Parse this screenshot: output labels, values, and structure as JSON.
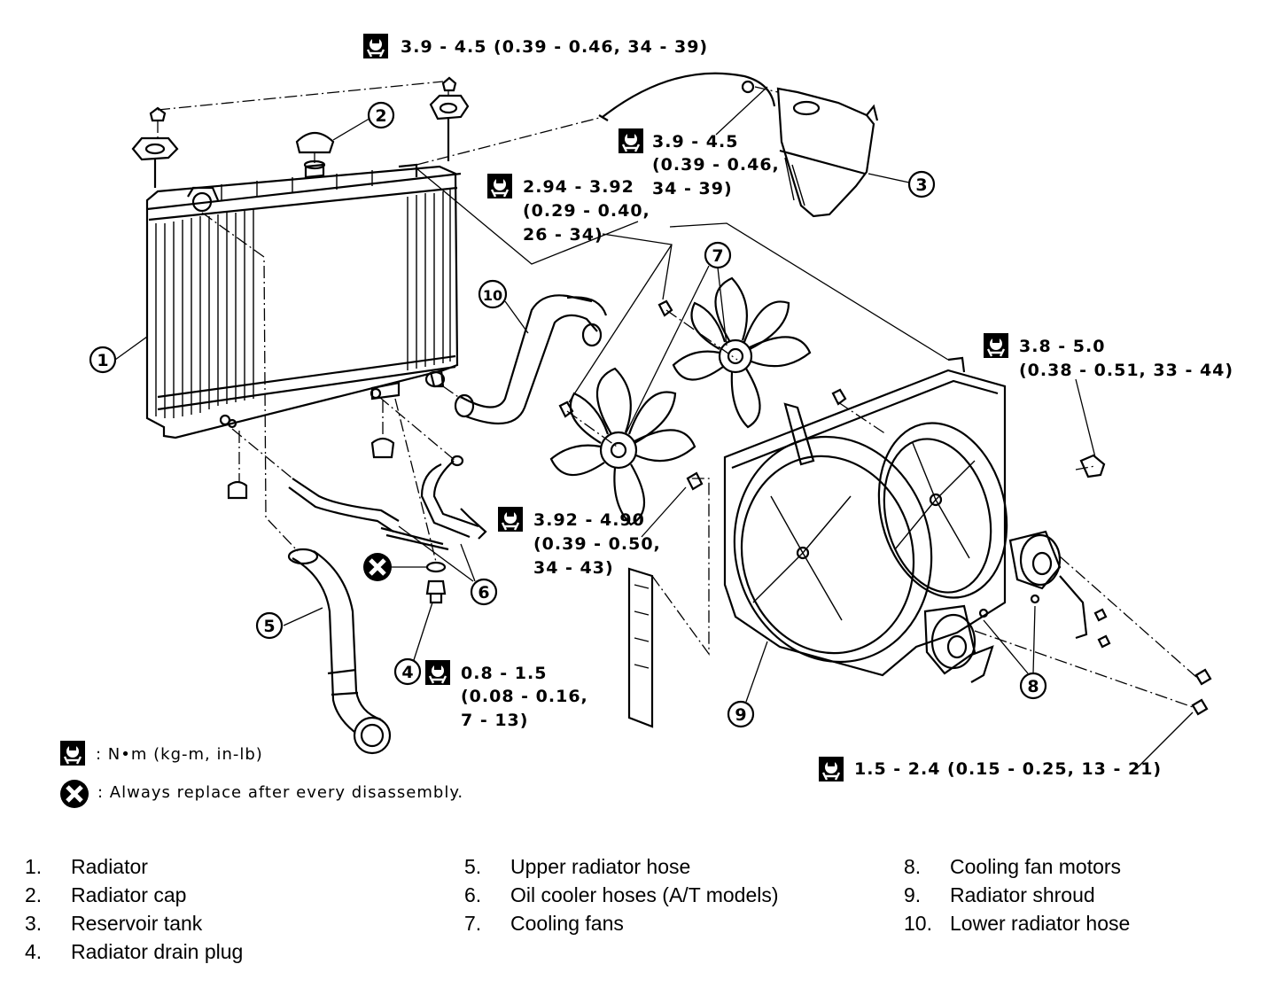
{
  "torque_specs": [
    "3.9 - 4.5 (0.39 - 0.46, 34 - 39)",
    "3.9 - 4.5",
    "(0.39 - 0.46,",
    "34 - 39)",
    "2.94 - 3.92",
    "(0.29 - 0.40,",
    "26 - 34)",
    "3.8 - 5.0",
    "(0.38 - 0.51, 33 - 44)",
    "3.92 - 4.90",
    "(0.39 - 0.50,",
    "34 - 43)",
    "0.8 - 1.5",
    "(0.08 - 0.16,",
    "7 - 13)",
    "1.5 - 2.4 (0.15 - 0.25, 13 - 21)"
  ],
  "callouts": [
    "1",
    "2",
    "3",
    "4",
    "5",
    "6",
    "7",
    "8",
    "9",
    "10"
  ],
  "legend": {
    "torque_unit": ": N•m (kg-m, in-lb)",
    "replace_note": ": Always replace after every disassembly."
  },
  "parts_list": [
    {
      "num": "1.",
      "label": "Radiator"
    },
    {
      "num": "2.",
      "label": "Radiator cap"
    },
    {
      "num": "3.",
      "label": "Reservoir tank"
    },
    {
      "num": "4.",
      "label": "Radiator drain plug"
    },
    {
      "num": "5.",
      "label": "Upper radiator hose"
    },
    {
      "num": "6.",
      "label": "Oil cooler hoses (A/T models)"
    },
    {
      "num": "7.",
      "label": "Cooling fans"
    },
    {
      "num": "8.",
      "label": "Cooling fan motors"
    },
    {
      "num": "9.",
      "label": "Radiator shroud"
    },
    {
      "num": "10.",
      "label": "Lower radiator hose"
    }
  ],
  "icons": {
    "torque": "torque-wrench-icon",
    "replace": "always-replace-icon"
  }
}
